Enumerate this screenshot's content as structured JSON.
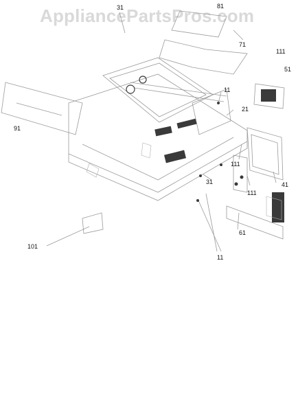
{
  "watermark": {
    "text": "AppliancePartsPros.com"
  },
  "callouts": {
    "c31_top": "31",
    "c81": "81",
    "c71": "71",
    "c111_top": "111",
    "c51": "51",
    "c91": "91",
    "c11_mid": "11",
    "c21": "21",
    "c111_mid": "111",
    "c31_mid": "31",
    "c41": "41",
    "c111_low": "111",
    "c61": "61",
    "c101": "101",
    "c11_bottom": "11"
  },
  "colors": {
    "line": "#9a9a9a",
    "dark": "#3a3a3a",
    "board": "#b0b0b0",
    "watermark": "#d9d9d9"
  }
}
